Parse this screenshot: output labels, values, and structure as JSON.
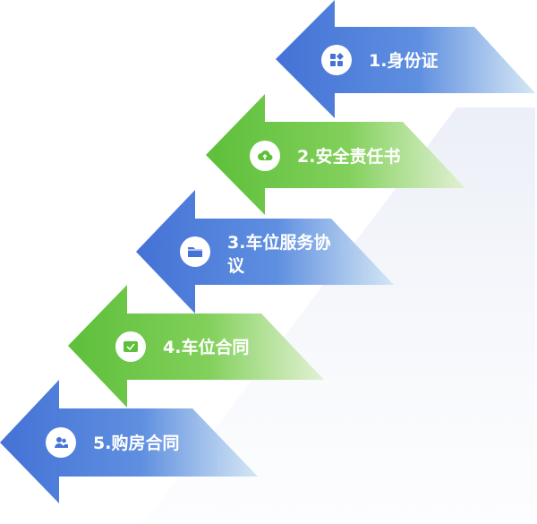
{
  "steps": [
    {
      "label": "1.身份证",
      "icon": "id-card-grid-icon",
      "color": "#4472d6"
    },
    {
      "label": "2.安全责任书",
      "icon": "cloud-upload-icon",
      "color": "#5dbf3a"
    },
    {
      "label": "3.车位服务协议",
      "icon": "folder-icon",
      "color": "#4472d6"
    },
    {
      "label": "4.车位合同",
      "icon": "mail-check-icon",
      "color": "#5dbf3a"
    },
    {
      "label": "5.购房合同",
      "icon": "users-icon",
      "color": "#4472d6"
    }
  ],
  "colors": {
    "blue": "#4472d6",
    "green": "#5dbf3a",
    "icon_bg": "#ffffff"
  }
}
